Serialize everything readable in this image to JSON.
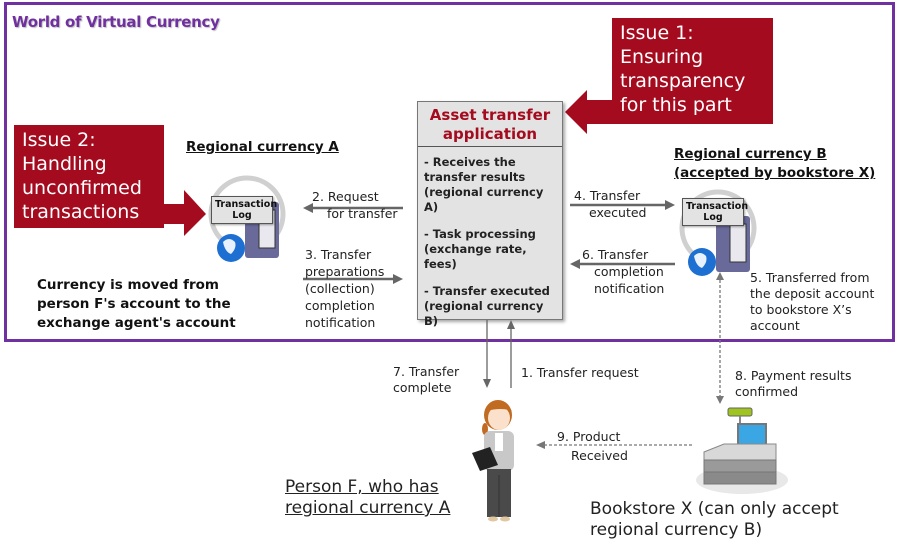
{
  "frame": {
    "title": "World of Virtual Currency",
    "border_color": "#7030a0"
  },
  "issues": {
    "issue1": {
      "lines": [
        "Issue 1:",
        "Ensuring",
        "transparency",
        "for this part"
      ],
      "color": "#a50b1e"
    },
    "issue2": {
      "lines": [
        "Issue 2:",
        "Handling",
        "unconfirmed",
        "transactions"
      ],
      "color": "#a50b1e"
    }
  },
  "regional_a": {
    "heading": "Regional currency A",
    "server_label": [
      "Transaction",
      "Log"
    ],
    "note": [
      "Currency is moved from",
      "person F's account to the",
      "exchange agent's account"
    ]
  },
  "regional_b": {
    "heading": [
      "Regional currency B",
      "(accepted by bookstore X)"
    ],
    "server_label": [
      "Transaction",
      "Log"
    ],
    "note": [
      "5. Transferred from",
      "the deposit account",
      "to bookstore X’s",
      "account"
    ]
  },
  "app": {
    "title": [
      "Asset transfer",
      "application"
    ],
    "items": [
      [
        "- Receives the",
        "transfer results",
        "(regional currency A)"
      ],
      [
        "- Task processing",
        "(exchange rate, fees)"
      ],
      [
        "- Transfer executed",
        "(regional currency B)"
      ]
    ]
  },
  "steps": {
    "s1": [
      "1. Transfer request"
    ],
    "s2": [
      "2. Request",
      "for transfer"
    ],
    "s3": [
      "3. Transfer",
      "preparations",
      "(collection)",
      "completion",
      "notification"
    ],
    "s4": [
      "4. Transfer",
      "executed"
    ],
    "s6": [
      "6. Transfer",
      "completion",
      "notification"
    ],
    "s7": [
      "7. Transfer",
      "complete"
    ],
    "s8": [
      "8. Payment results",
      "confirmed"
    ],
    "s9": [
      "9. Product",
      "Received"
    ]
  },
  "person": {
    "caption": [
      "Person F, who has",
      "regional currency A"
    ]
  },
  "bookstore": {
    "caption": [
      "Bookstore X (can only accept",
      "regional currency B)"
    ]
  }
}
